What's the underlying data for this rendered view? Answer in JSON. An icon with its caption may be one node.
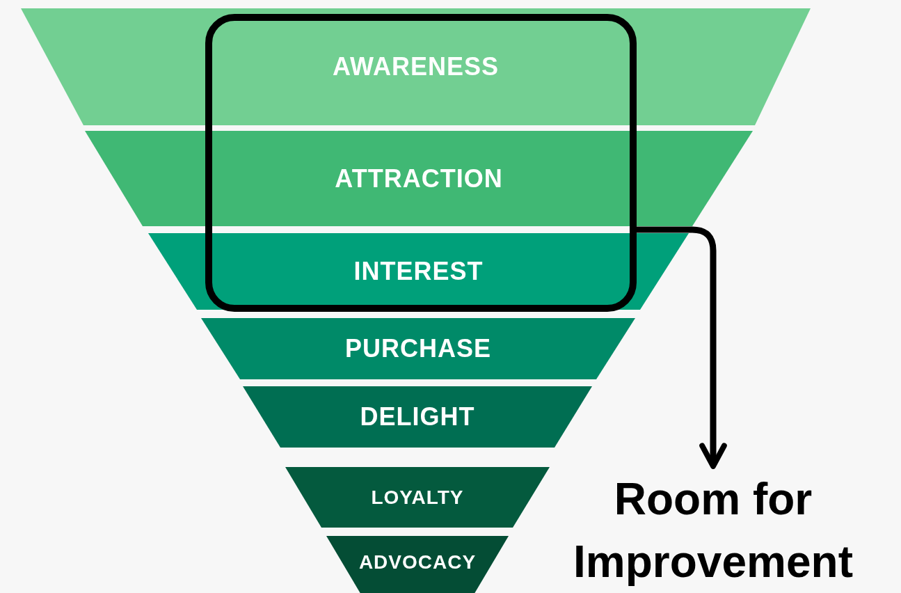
{
  "diagram": {
    "nodes": [
      {
        "text": [
          "AWARENESS"
        ]
      },
      {
        "text": [
          "ATTRACTION"
        ]
      },
      {
        "text": [
          "INTEREST"
        ]
      },
      {
        "text": [
          "PURCHASE"
        ]
      },
      {
        "text": [
          "DELIGHT"
        ]
      },
      {
        "text": [
          "LOYALTY"
        ]
      },
      {
        "text": [
          "ADVOCACY"
        ]
      },
      {
        "text": [],
        "shape": "box"
      },
      {
        "text": [
          "Room for Improvement"
        ]
      }
    ],
    "edges": [
      {
        "from": 7,
        "to": 8,
        "arrow": "to"
      }
    ]
  }
}
